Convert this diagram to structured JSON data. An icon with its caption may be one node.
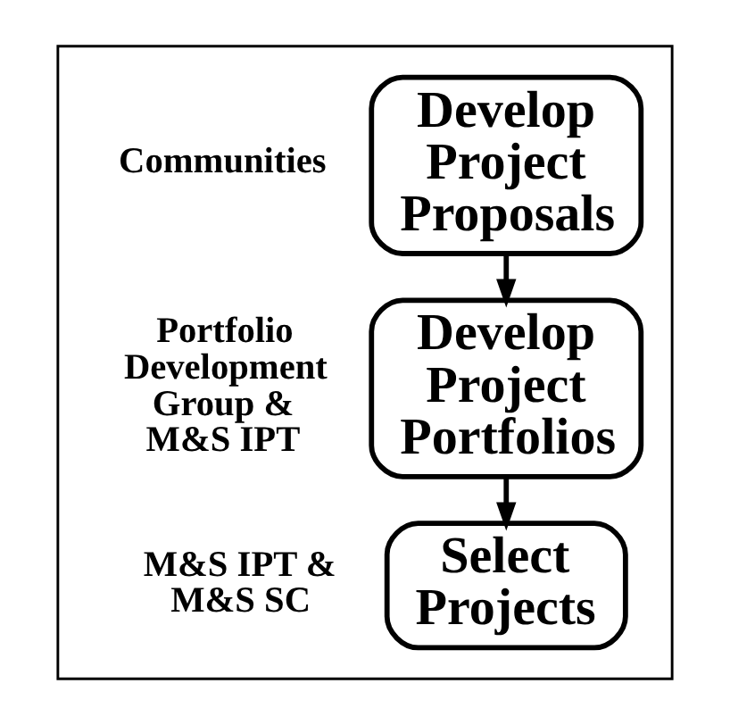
{
  "diagram": {
    "nodes": [
      {
        "text": [],
        "shape": "box"
      },
      {
        "text": [
          "Develop Project Proposals"
        ],
        "beside": [
          "Communities"
        ],
        "in": 0
      },
      {
        "text": [
          "Develop Project Portfolios"
        ],
        "beside": [
          "Portfolio Development Group & M&S IPT"
        ],
        "in": 0
      },
      {
        "text": [
          "Select Projects"
        ],
        "beside": [
          "M&S IPT & M&S SC"
        ],
        "in": 0
      }
    ],
    "edges": [
      {
        "from": 1,
        "to": 2,
        "arrow": "to"
      },
      {
        "from": 2,
        "to": 3,
        "arrow": "to"
      }
    ]
  }
}
